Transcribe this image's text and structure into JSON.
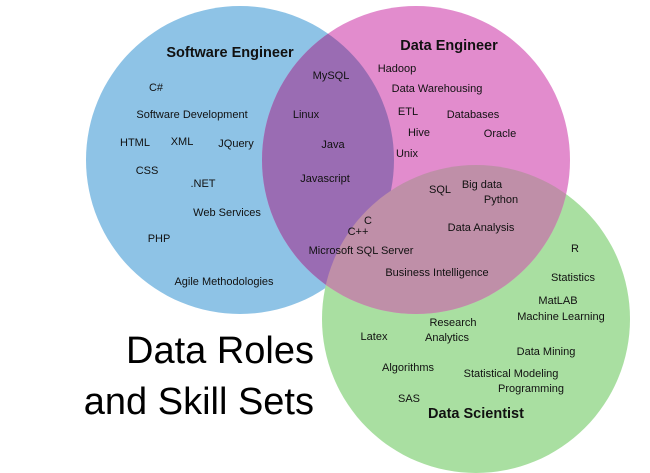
{
  "title": {
    "line1": "Data Roles",
    "line2": "and Skill Sets"
  },
  "colors": {
    "software_engineer": "#8ec3e6",
    "data_engineer": "#e28ccd",
    "data_scientist": "#a9dfa1",
    "overlap_se_de": "#9a6cb3",
    "overlap_de_ds": "#bf8fa8"
  },
  "roles": {
    "software_engineer": "Software Engineer",
    "data_engineer": "Data Engineer",
    "data_scientist": "Data Scientist"
  },
  "skills": {
    "software_engineer": [
      "C#",
      "Software Development",
      "HTML",
      "XML",
      "JQuery",
      "CSS",
      ".NET",
      "Web Services",
      "PHP",
      "Agile Methodologies"
    ],
    "software_engineer_and_data_engineer": [
      "MySQL",
      "Linux",
      "Java",
      "Javascript"
    ],
    "data_engineer": [
      "Hadoop",
      "Data Warehousing",
      "ETL",
      "Databases",
      "Hive",
      "Oracle",
      "Unix"
    ],
    "data_engineer_and_data_scientist": [
      "SQL",
      "Big data",
      "Python",
      "Data Analysis",
      "Business Intelligence"
    ],
    "all_three": [
      "C",
      "C++",
      "Microsoft SQL Server"
    ],
    "data_scientist": [
      "R",
      "Statistics",
      "MatLAB",
      "Machine Learning",
      "Research",
      "Analytics",
      "Latex",
      "Data Mining",
      "Algorithms",
      "Statistical Modeling",
      "Programming",
      "SAS"
    ]
  }
}
